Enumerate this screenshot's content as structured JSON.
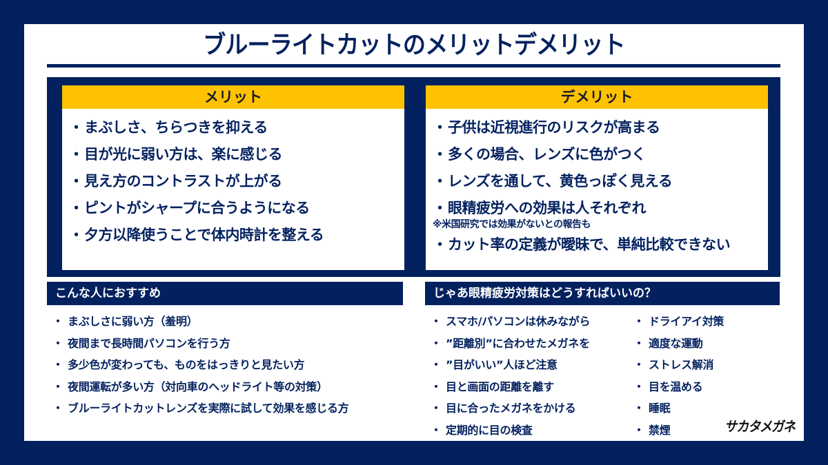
{
  "title": "ブルーライトカットのメリットデメリット",
  "merit": {
    "heading": "メリット",
    "bullet": "・",
    "items": [
      "まぶしさ、ちらつきを抑える",
      "目が光に弱い方は、楽に感じる",
      "見え方のコントラストが上がる",
      "ピントがシャープに合うようになる",
      "夕方以降使うことで体内時計を整える"
    ]
  },
  "demerit": {
    "heading": "デメリット",
    "bullet": "・",
    "items": [
      "子供は近視進行のリスクが高まる",
      "多くの場合、レンズに色がつく",
      "レンズを通して、黄色っぽく見える",
      "眼精疲労への効果は人それぞれ"
    ],
    "note": "※米国研究では効果がないとの報告も",
    "last_item": "カット率の定義が曖昧で、単純比較できない"
  },
  "recommend": {
    "heading": "こんな人におすすめ",
    "bullet": "・",
    "items": [
      "まぶしさに弱い方（羞明）",
      "夜間まで長時間パソコンを行う方",
      "多少色が変わっても、ものをはっきりと見たい方",
      "夜間運転が多い方（対向車のヘッドライト等の対策）",
      "ブルーライトカットレンズを実際に試して効果を感じる方"
    ]
  },
  "eyestrain": {
    "heading": "じゃあ眼精疲労対策はどうすればいいの？",
    "bullet": "・",
    "column1": [
      "スマホ/パソコンは休みながら",
      "”距離別”に合わせたメガネを",
      "”目がいい”人ほど注意",
      "目と画面の距離を離す",
      "目に合ったメガネをかける",
      "定期的に目の検査"
    ],
    "column2": [
      "ドライアイ対策",
      "適度な運動",
      "ストレス解消",
      "目を温める",
      "睡眠",
      "禁煙"
    ]
  },
  "logo": "サカタメガネ",
  "colors": {
    "navy": "#03215f",
    "yellow": "#fec200",
    "white": "#ffffff"
  }
}
